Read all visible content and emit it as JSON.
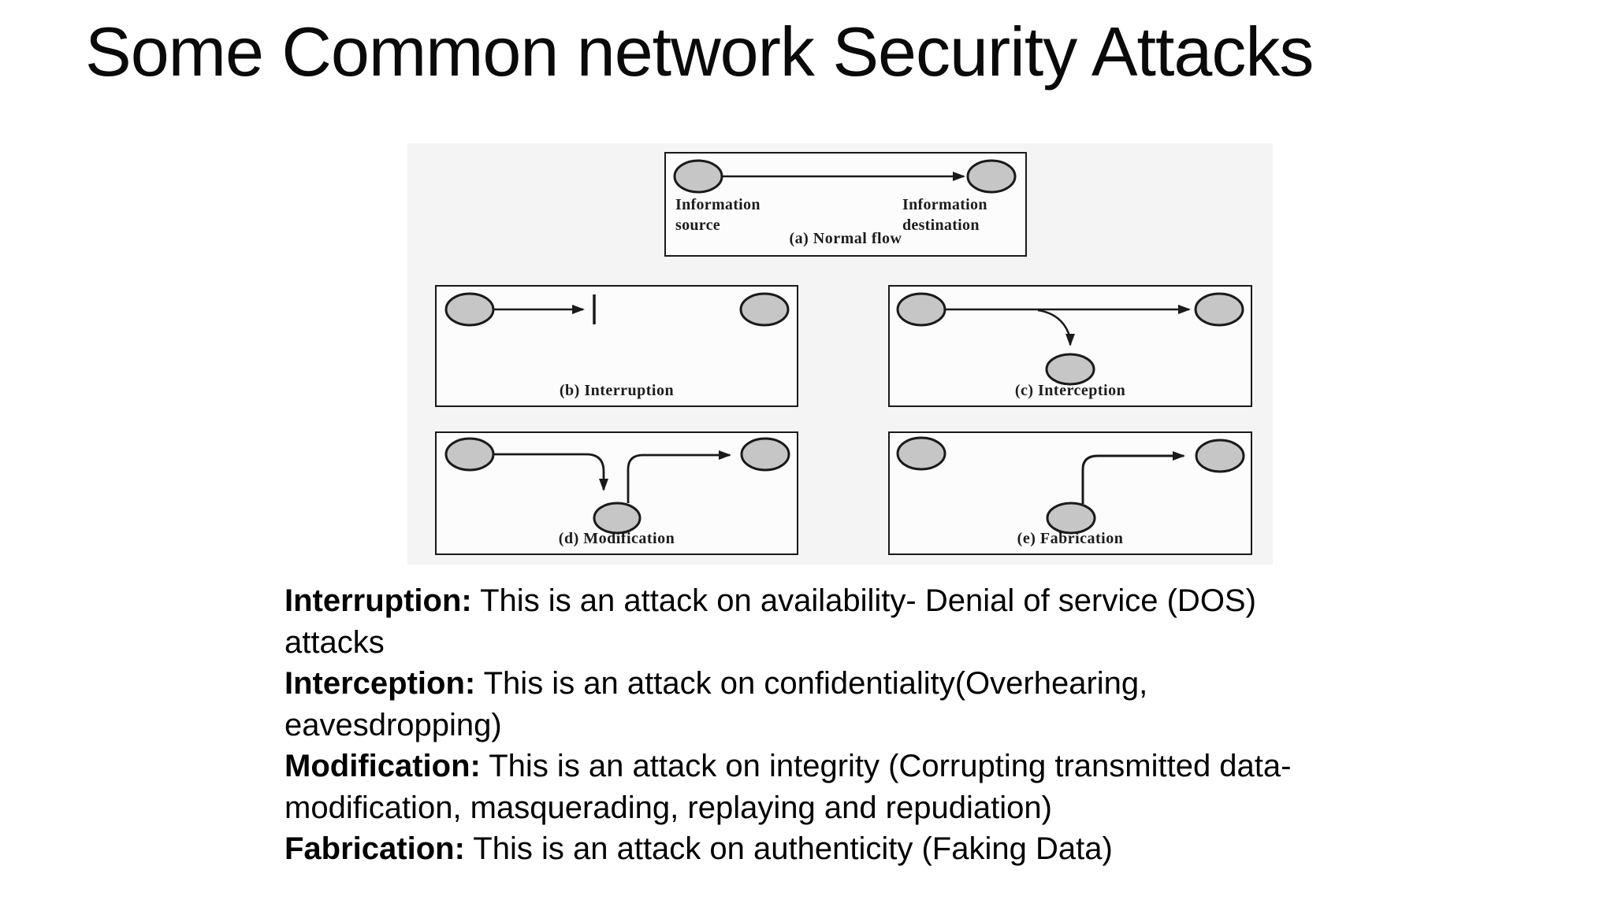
{
  "slide": {
    "title": "Some Common network Security Attacks"
  },
  "colors": {
    "line-color": "#1a1a1a",
    "ellipse-fill": "#c6c6c6",
    "figure-bg": "#f4f4f4",
    "panel-bg": "#fcfcfc"
  },
  "figure": {
    "panels": [
      {
        "key": "a",
        "caption": "(a) Normal flow",
        "source_label": "Information source",
        "destination_label": "Information destination"
      },
      {
        "key": "b",
        "caption": "(b) Interruption"
      },
      {
        "key": "c",
        "caption": "(c) Interception"
      },
      {
        "key": "d",
        "caption": "(d) Modification"
      },
      {
        "key": "e",
        "caption": "(e) Fabrication"
      }
    ]
  },
  "definitions": [
    {
      "term": "Interruption:",
      "rest": "This is an attack on availability- Denial of service (DOS)",
      "cont": "attacks"
    },
    {
      "term": "Interception:",
      "rest": "This is an attack on confidentiality(Overhearing,",
      "cont": "eavesdropping)"
    },
    {
      "term": "Modification:",
      "rest": "This is an attack on integrity (Corrupting transmitted data-",
      "cont": "modification, masquerading, replaying and repudiation)"
    },
    {
      "term": "Fabrication:",
      "rest": "This is an attack on authenticity (Faking Data)"
    }
  ]
}
